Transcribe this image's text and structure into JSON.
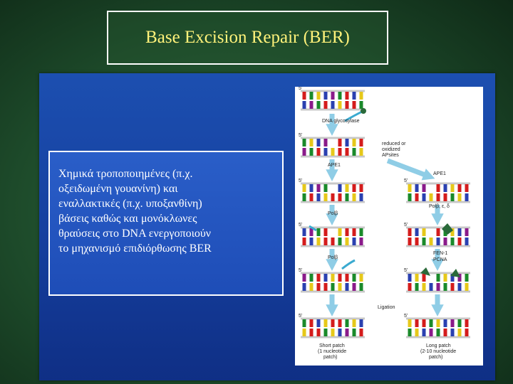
{
  "title": "Base Excision Repair (BER)",
  "description_lines": [
    "Χημικά τροποποιημένες (π.χ.",
    "οξειδωμένη γουανίνη) και",
    "εναλλακτικές (π.χ. υποξανθίνη)",
    "βάσεις καθώς και μονόκλωνες",
    "θραύσεις στο DNA ενεργοποιούν",
    "το μηχανισμό επιδιόρθωσης BER"
  ],
  "diagram": {
    "labels": {
      "glycosylase": "DNA glycosylase",
      "ap_sites_1": "reduced or",
      "ap_sites_2": "oxidized",
      "ap_sites_3": "APsites",
      "ape1_left": "APE1",
      "ape1_right": "APE1",
      "pol_b_1": "Polβ",
      "pol_deltas": "Polβ, ε, δ",
      "pol_b_2": "Polβ",
      "fen1": "FEN-1",
      "pcna": "PCNA",
      "ligation": "Ligation",
      "short_1": "Short patch",
      "short_2": "(1 nucleotide",
      "short_3": "patch)",
      "long_1": "Long patch",
      "long_2": "(2-10 nucleotide",
      "long_3": "patch)",
      "five_prime": "5'"
    },
    "colors": {
      "backbone": "#c8c8c8",
      "base_red": "#d41c1c",
      "base_green": "#1a8a2a",
      "base_yellow": "#e6c81a",
      "base_blue": "#2a40b0",
      "base_purple": "#8a1a8a",
      "arrow": "#8fcde6",
      "enzyme": "#3aaad0",
      "pol_dark": "#2a6a3a"
    }
  }
}
